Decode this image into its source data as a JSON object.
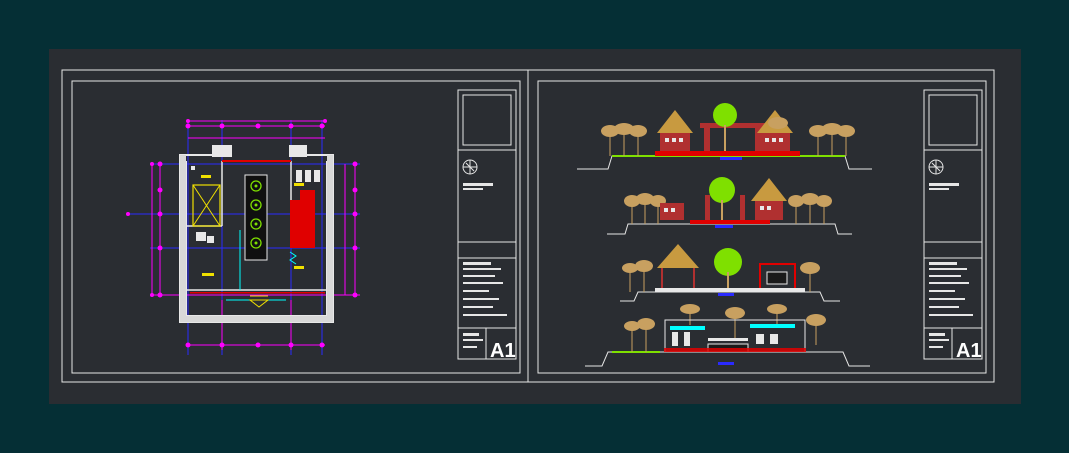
{
  "sheets": [
    {
      "id": "plan",
      "sheet_label": "A1"
    },
    {
      "id": "elevations",
      "sheet_label": "A1"
    }
  ],
  "colors": {
    "background": "#052f35",
    "model_space": "#2a2d32",
    "frame": "#e6e6e6",
    "dimension": "#ff00ff",
    "axis": "#2a2aff",
    "wall": "#e8e8e8",
    "accent_red": "#e00000",
    "foliage": "#7fe000",
    "trunk": "#c8a060",
    "thatch": "#c89a40",
    "yellow": "#f0e000",
    "cyan": "#00ffff"
  },
  "icons": [
    "north-arrow-icon"
  ]
}
